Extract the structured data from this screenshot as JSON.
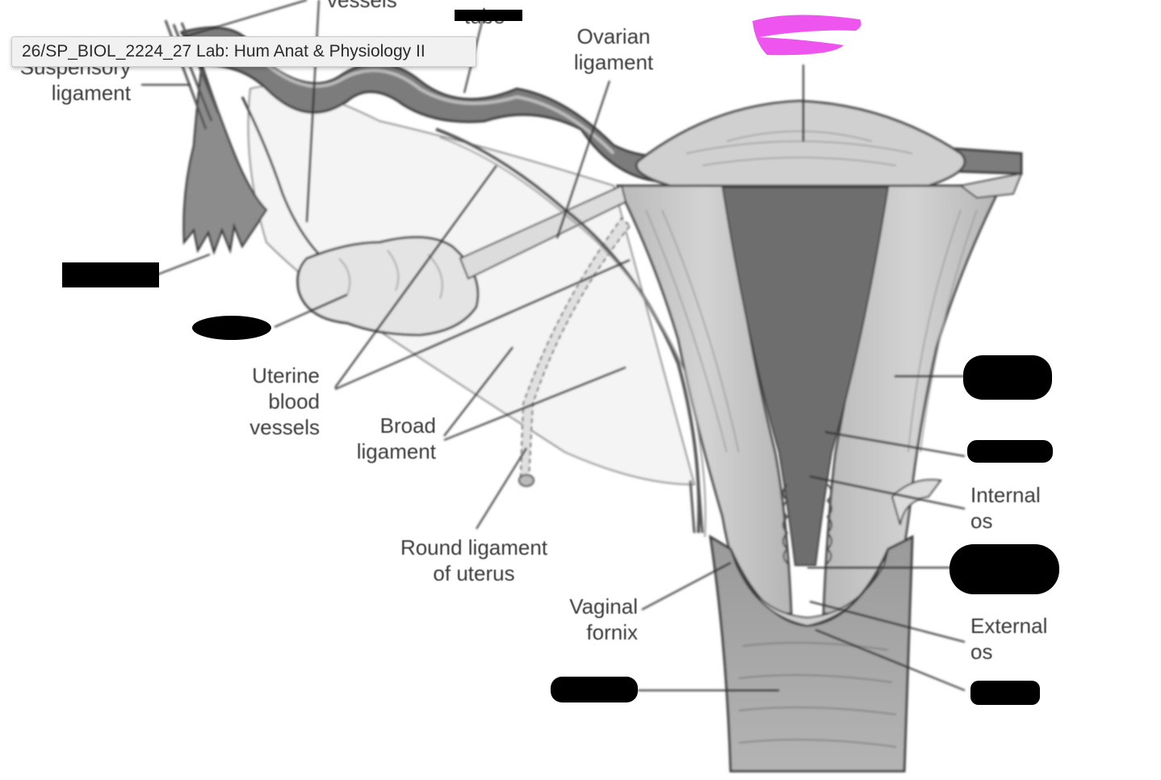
{
  "tooltip": {
    "text": "26/SP_BIOL_2224_27 Lab: Hum Anat & Physiology II"
  },
  "labels": {
    "vessels_fragment": "vessels",
    "tube_fragment": "tube",
    "ovarian_ligament": [
      "Ovarian",
      "ligament"
    ],
    "suspensory_ligament": [
      "Suspensory",
      "ligament"
    ],
    "uterine_blood_vessels": [
      "Uterine",
      "blood",
      "vessels"
    ],
    "broad_ligament": [
      "Broad",
      "ligament"
    ],
    "round_ligament": [
      "Round ligament",
      "of uterus"
    ],
    "vaginal_fornix": [
      "Vaginal",
      "fornix"
    ],
    "internal_os": [
      "Internal",
      "os"
    ],
    "external_os": [
      "External",
      "os"
    ]
  },
  "colors": {
    "highlighter": "#ee55ee",
    "redaction": "#000000",
    "tissue": "#c8c8c8",
    "cavity": "#6e6e6e"
  }
}
